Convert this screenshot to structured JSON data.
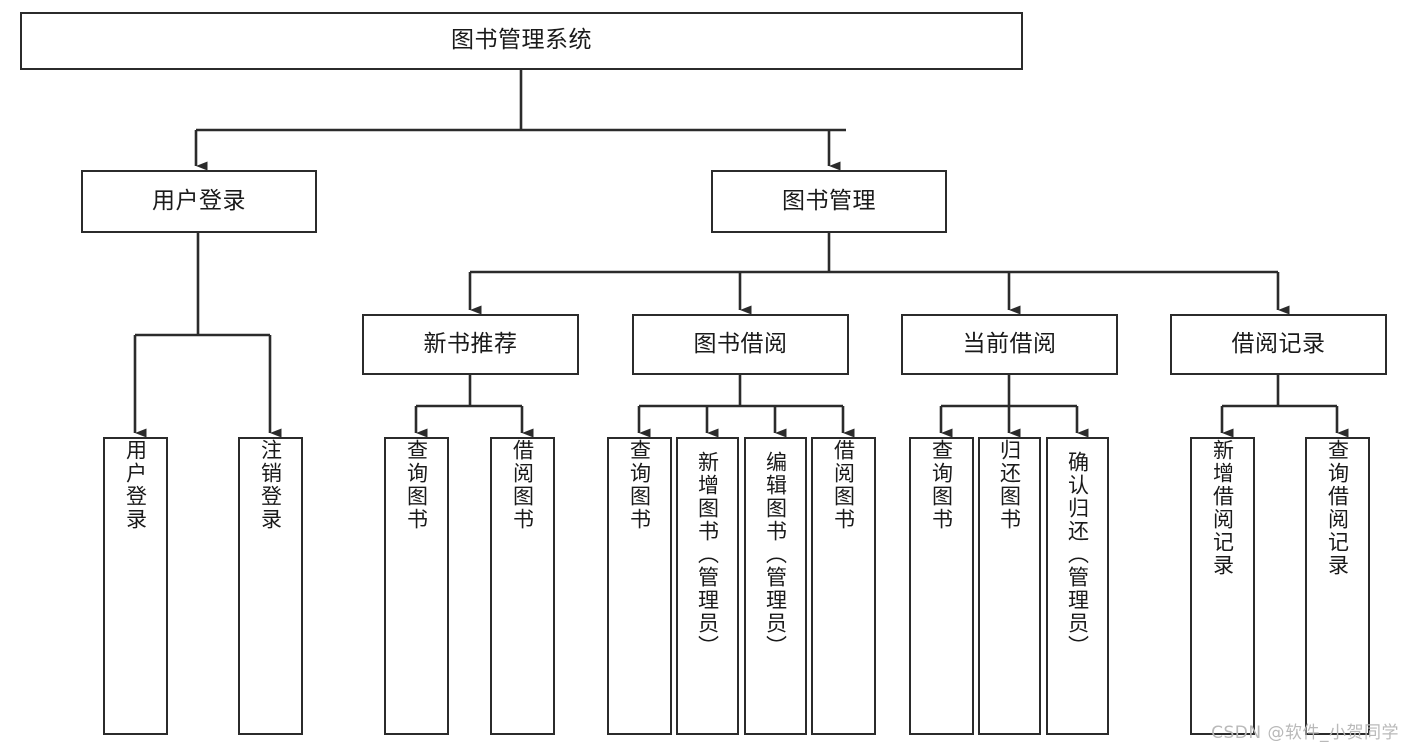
{
  "diagram": {
    "title": "图书管理系统",
    "watermark": "CSDN @软件_小贺同学",
    "line_color": "#2b2b2b",
    "node_fill": "#ffffff",
    "text_color": "#1a1a1a",
    "watermark_color": "#b9b9b9"
  },
  "nodes": {
    "root": {
      "label": "图书管理系统",
      "level": 1,
      "orientation": "horizontal"
    },
    "user_login": {
      "label": "用户登录",
      "level": 2,
      "orientation": "horizontal"
    },
    "book_manage": {
      "label": "图书管理",
      "level": 2,
      "orientation": "horizontal"
    },
    "new_book_rec": {
      "label": "新书推荐",
      "level": 3,
      "orientation": "horizontal"
    },
    "book_borrow": {
      "label": "图书借阅",
      "level": 3,
      "orientation": "horizontal"
    },
    "current_borrow": {
      "label": "当前借阅",
      "level": 3,
      "orientation": "horizontal"
    },
    "borrow_record": {
      "label": "借阅记录",
      "level": 3,
      "orientation": "horizontal"
    },
    "leaf_user_login": {
      "label": "用户登录",
      "level": 3,
      "orientation": "vertical"
    },
    "leaf_logout": {
      "label": "注销登录",
      "level": 3,
      "orientation": "vertical"
    },
    "leaf_query_book_1": {
      "label": "查询图书",
      "level": 4,
      "orientation": "vertical"
    },
    "leaf_borrow_book_1": {
      "label": "借阅图书",
      "level": 4,
      "orientation": "vertical"
    },
    "leaf_query_book_2": {
      "label": "查询图书",
      "level": 4,
      "orientation": "vertical"
    },
    "leaf_add_book": {
      "label": "新增图书（管理员）",
      "level": 4,
      "orientation": "vertical"
    },
    "leaf_edit_book": {
      "label": "编辑图书（管理员）",
      "level": 4,
      "orientation": "vertical"
    },
    "leaf_borrow_book_2": {
      "label": "借阅图书",
      "level": 4,
      "orientation": "vertical"
    },
    "leaf_query_book_3": {
      "label": "查询图书",
      "level": 4,
      "orientation": "vertical"
    },
    "leaf_return_book": {
      "label": "归还图书",
      "level": 4,
      "orientation": "vertical"
    },
    "leaf_confirm_return": {
      "label": "确认归还（管理员）",
      "level": 4,
      "orientation": "vertical"
    },
    "leaf_add_record": {
      "label": "新增借阅记录",
      "level": 4,
      "orientation": "vertical"
    },
    "leaf_query_record": {
      "label": "查询借阅记录",
      "level": 4,
      "orientation": "vertical"
    }
  },
  "tree": {
    "root": "图书管理系统",
    "children": [
      {
        "label": "用户登录",
        "children": [
          {
            "label": "用户登录"
          },
          {
            "label": "注销登录"
          }
        ]
      },
      {
        "label": "图书管理",
        "children": [
          {
            "label": "新书推荐",
            "children": [
              {
                "label": "查询图书"
              },
              {
                "label": "借阅图书"
              }
            ]
          },
          {
            "label": "图书借阅",
            "children": [
              {
                "label": "查询图书"
              },
              {
                "label": "新增图书（管理员）"
              },
              {
                "label": "编辑图书（管理员）"
              },
              {
                "label": "借阅图书"
              }
            ]
          },
          {
            "label": "当前借阅",
            "children": [
              {
                "label": "查询图书"
              },
              {
                "label": "归还图书"
              },
              {
                "label": "确认归还（管理员）"
              }
            ]
          },
          {
            "label": "借阅记录",
            "children": [
              {
                "label": "新增借阅记录"
              },
              {
                "label": "查询借阅记录"
              }
            ]
          }
        ]
      }
    ]
  }
}
